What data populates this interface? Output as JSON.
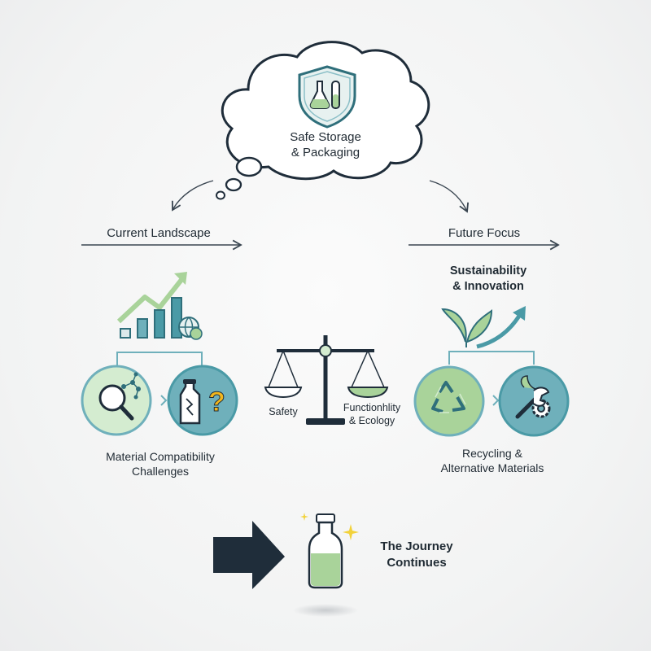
{
  "cloud": {
    "title_line1": "Safe Storage",
    "title_line2": "& Packaging"
  },
  "left": {
    "heading": "Current Landscape",
    "caption_line1": "Material Compatibility",
    "caption_line2": "Challenges"
  },
  "right": {
    "heading": "Future Focus",
    "subheading_line1": "Sustainability",
    "subheading_line2": "& Innovation",
    "caption_line1": "Recycling &",
    "caption_line2": "Alternative Materials"
  },
  "balance": {
    "left_label": "Safety",
    "right_label_line1": "Functionhlity",
    "right_label_line2": "& Ecology"
  },
  "footer": {
    "line1": "The Journey",
    "line2": "Continues"
  },
  "colors": {
    "navy": "#1f2d3a",
    "teal": "#4a9aa6",
    "light_green": "#a9d39a",
    "mint_circle": "#d4ecd0",
    "teal_circle": "#6fb0bb"
  },
  "icons": [
    "shield-flask-icon",
    "growth-chart-icon",
    "magnifier-molecule-icon",
    "broken-bottle-question-icon",
    "scales-icon",
    "leaves-arrow-icon",
    "recycle-icon",
    "gear-wrench-icon",
    "bottle-icon",
    "arrow-right-icon"
  ]
}
